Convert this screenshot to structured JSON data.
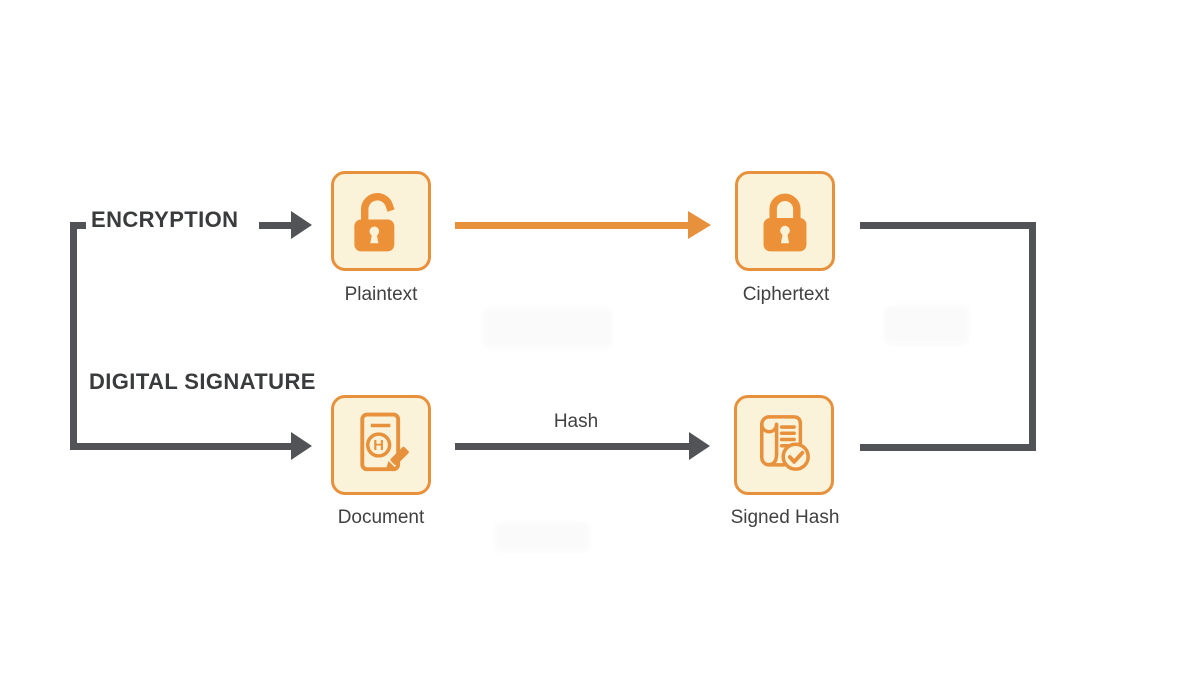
{
  "diagram": {
    "title_semantic": "Encryption vs Digital Signature flow diagram",
    "encryption": {
      "title": "ENCRYPTION",
      "nodes": [
        {
          "id": "plaintext",
          "label": "Plaintext",
          "icon": "unlocked-padlock-icon"
        },
        {
          "id": "ciphertext",
          "label": "Ciphertext",
          "icon": "locked-padlock-icon"
        }
      ]
    },
    "signature": {
      "title": "DIGITAL SIGNATURE",
      "arrow_label": "Hash",
      "nodes": [
        {
          "id": "document",
          "label": "Document",
          "icon": "document-hash-icon"
        },
        {
          "id": "signed_hash",
          "label": "Signed Hash",
          "icon": "signed-scroll-check-icon"
        }
      ]
    },
    "colors": {
      "accent_orange": "#e8913c",
      "tile_fill": "#fbf2da",
      "connector_dark": "#525356",
      "label_text": "#414142",
      "heading_text": "#3a3b3c",
      "background": "#ffffff"
    }
  }
}
